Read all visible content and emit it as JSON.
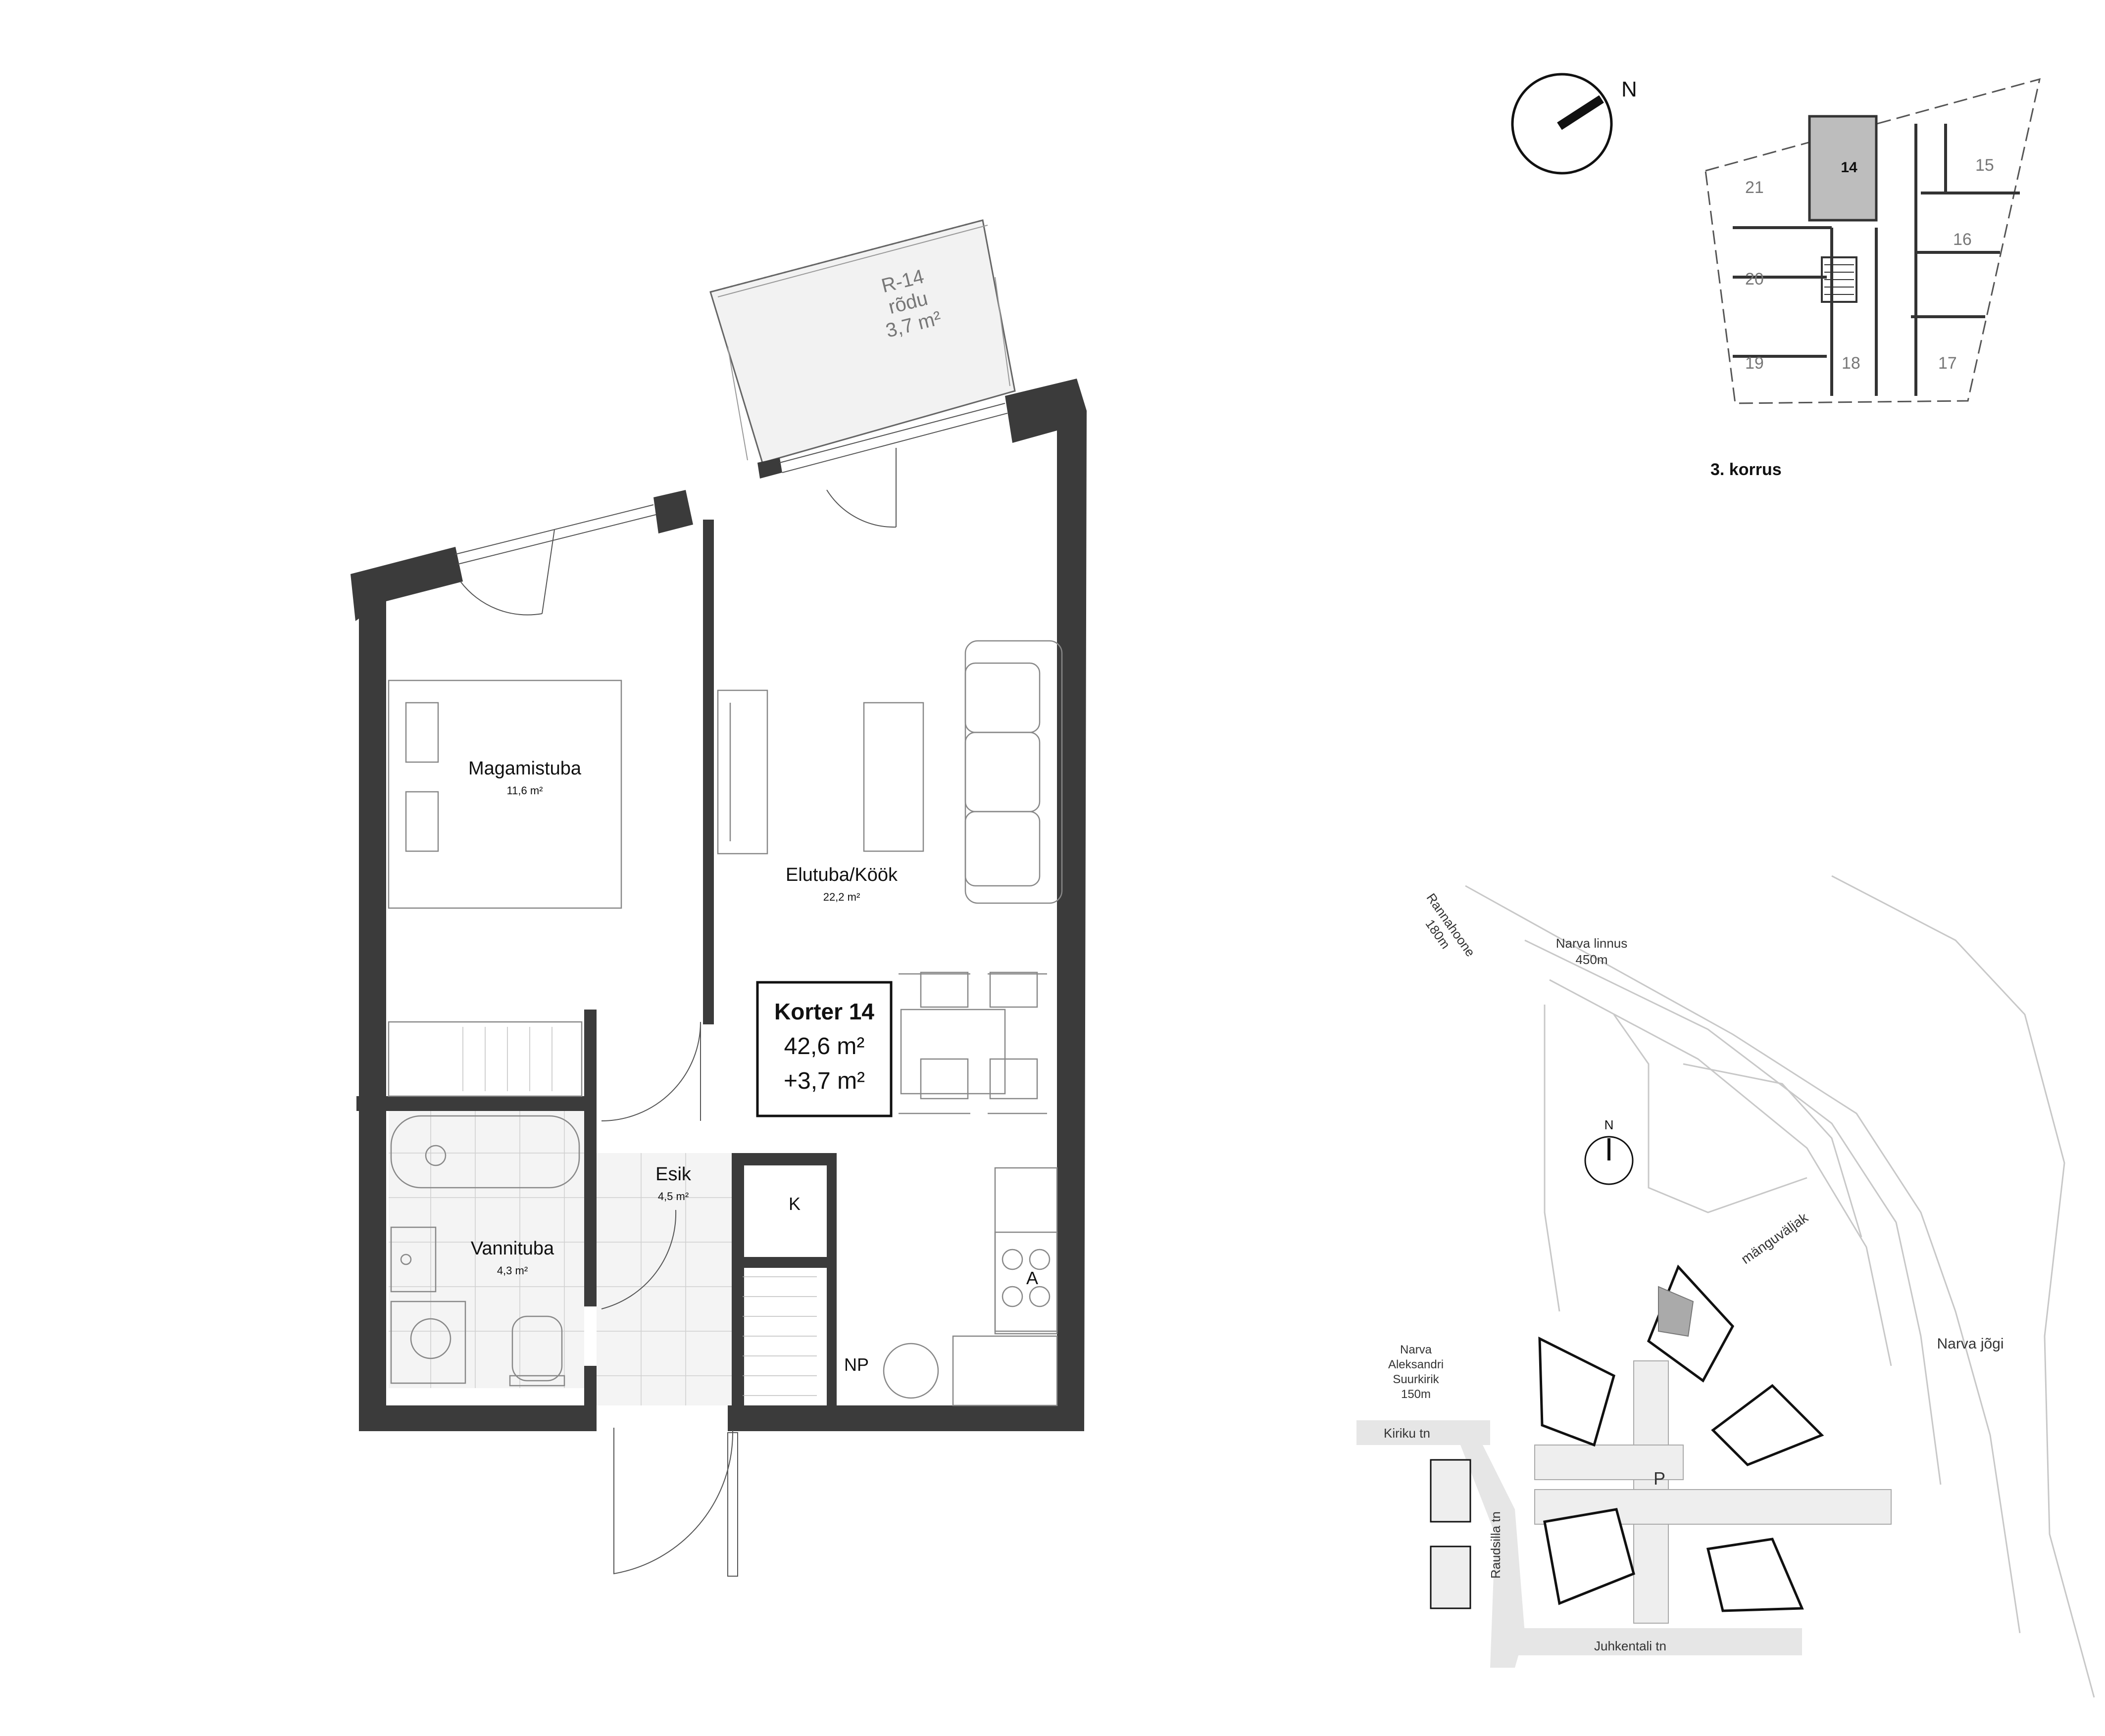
{
  "floorplan": {
    "rooms": [
      {
        "name": "Magamistuba",
        "area": "11,6 m²"
      },
      {
        "name": "Elutuba/Köök",
        "area": "22,2 m²"
      },
      {
        "name": "Esik",
        "area": "4,5 m²"
      },
      {
        "name": "Vannituba",
        "area": "4,3 m²"
      }
    ],
    "balcony": {
      "code": "R-14",
      "name": "rõdu",
      "area": "3,7 m²"
    },
    "labels": {
      "k": "K",
      "a": "A",
      "np": "NP"
    },
    "apartment": {
      "title": "Korter 14",
      "area": "42,6 m²",
      "extra": "+3,7 m²"
    }
  },
  "compass": {
    "north": "N"
  },
  "keyplan": {
    "floor_label": "3. korrus",
    "units": [
      "21",
      "14",
      "15",
      "16",
      "20",
      "19",
      "18",
      "17"
    ],
    "highlight": "14"
  },
  "siteplan": {
    "labels": {
      "rannahoone": "Rannahoone",
      "rannahoone_dist": "180m",
      "narva_linnus": "Narva linnus",
      "narva_linnus_dist": "450m",
      "manguvaljak": "mänguväljak",
      "narva_jogi": "Narva jõgi",
      "narva": "Narva",
      "aleksandri": "Aleksandri",
      "suurkirik": "Suurkirik",
      "suurkirik_dist": "150m",
      "kiriku": "Kiriku tn",
      "raudsilla": "Raudsilla tn",
      "juhkentali": "Juhkentali tn",
      "parking": "P",
      "north": "N"
    }
  }
}
